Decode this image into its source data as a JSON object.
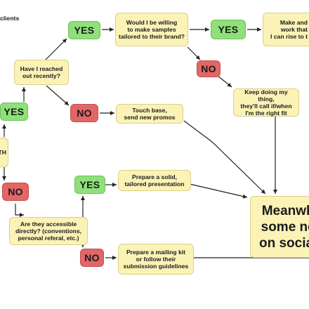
{
  "labels": {
    "clients_fragment": "clients",
    "th_fragment": "TH"
  },
  "nodes": {
    "have_i_reached_out": "Have I reached\nout recently?",
    "yes_reached": "YES",
    "no_reached": "NO",
    "yes_left": "YES",
    "no_left": "NO",
    "would_i_be_willing": "Would I be willing\nto make samples\ntailored to their brand?",
    "yes_willing": "YES",
    "no_willing": "NO",
    "make_and_work": "Make and\nwork that\nI can rise to t",
    "keep_doing": "Keep doing my thing,\nthey'll call if/when\nI'm the right fit",
    "touch_base": "Touch base,\nsend new promos",
    "are_they_accessible": "Are they accessible\ndirectly? (conventions,\npersonal referal, etc.)",
    "yes_accessible": "YES",
    "no_accessible": "NO",
    "prepare_presentation": "Prepare a solid,\ntailored presentation",
    "prepare_mailing": "Prepare a mailing kit\nor follow their\nsubmission guidelines",
    "meanwhile": "Meanwh\nsome ne\non social"
  },
  "colors": {
    "yes_green": "#8fe07a",
    "no_red": "#e26666",
    "note_yellow": "#fbf3b6",
    "arrow": "#222222"
  }
}
